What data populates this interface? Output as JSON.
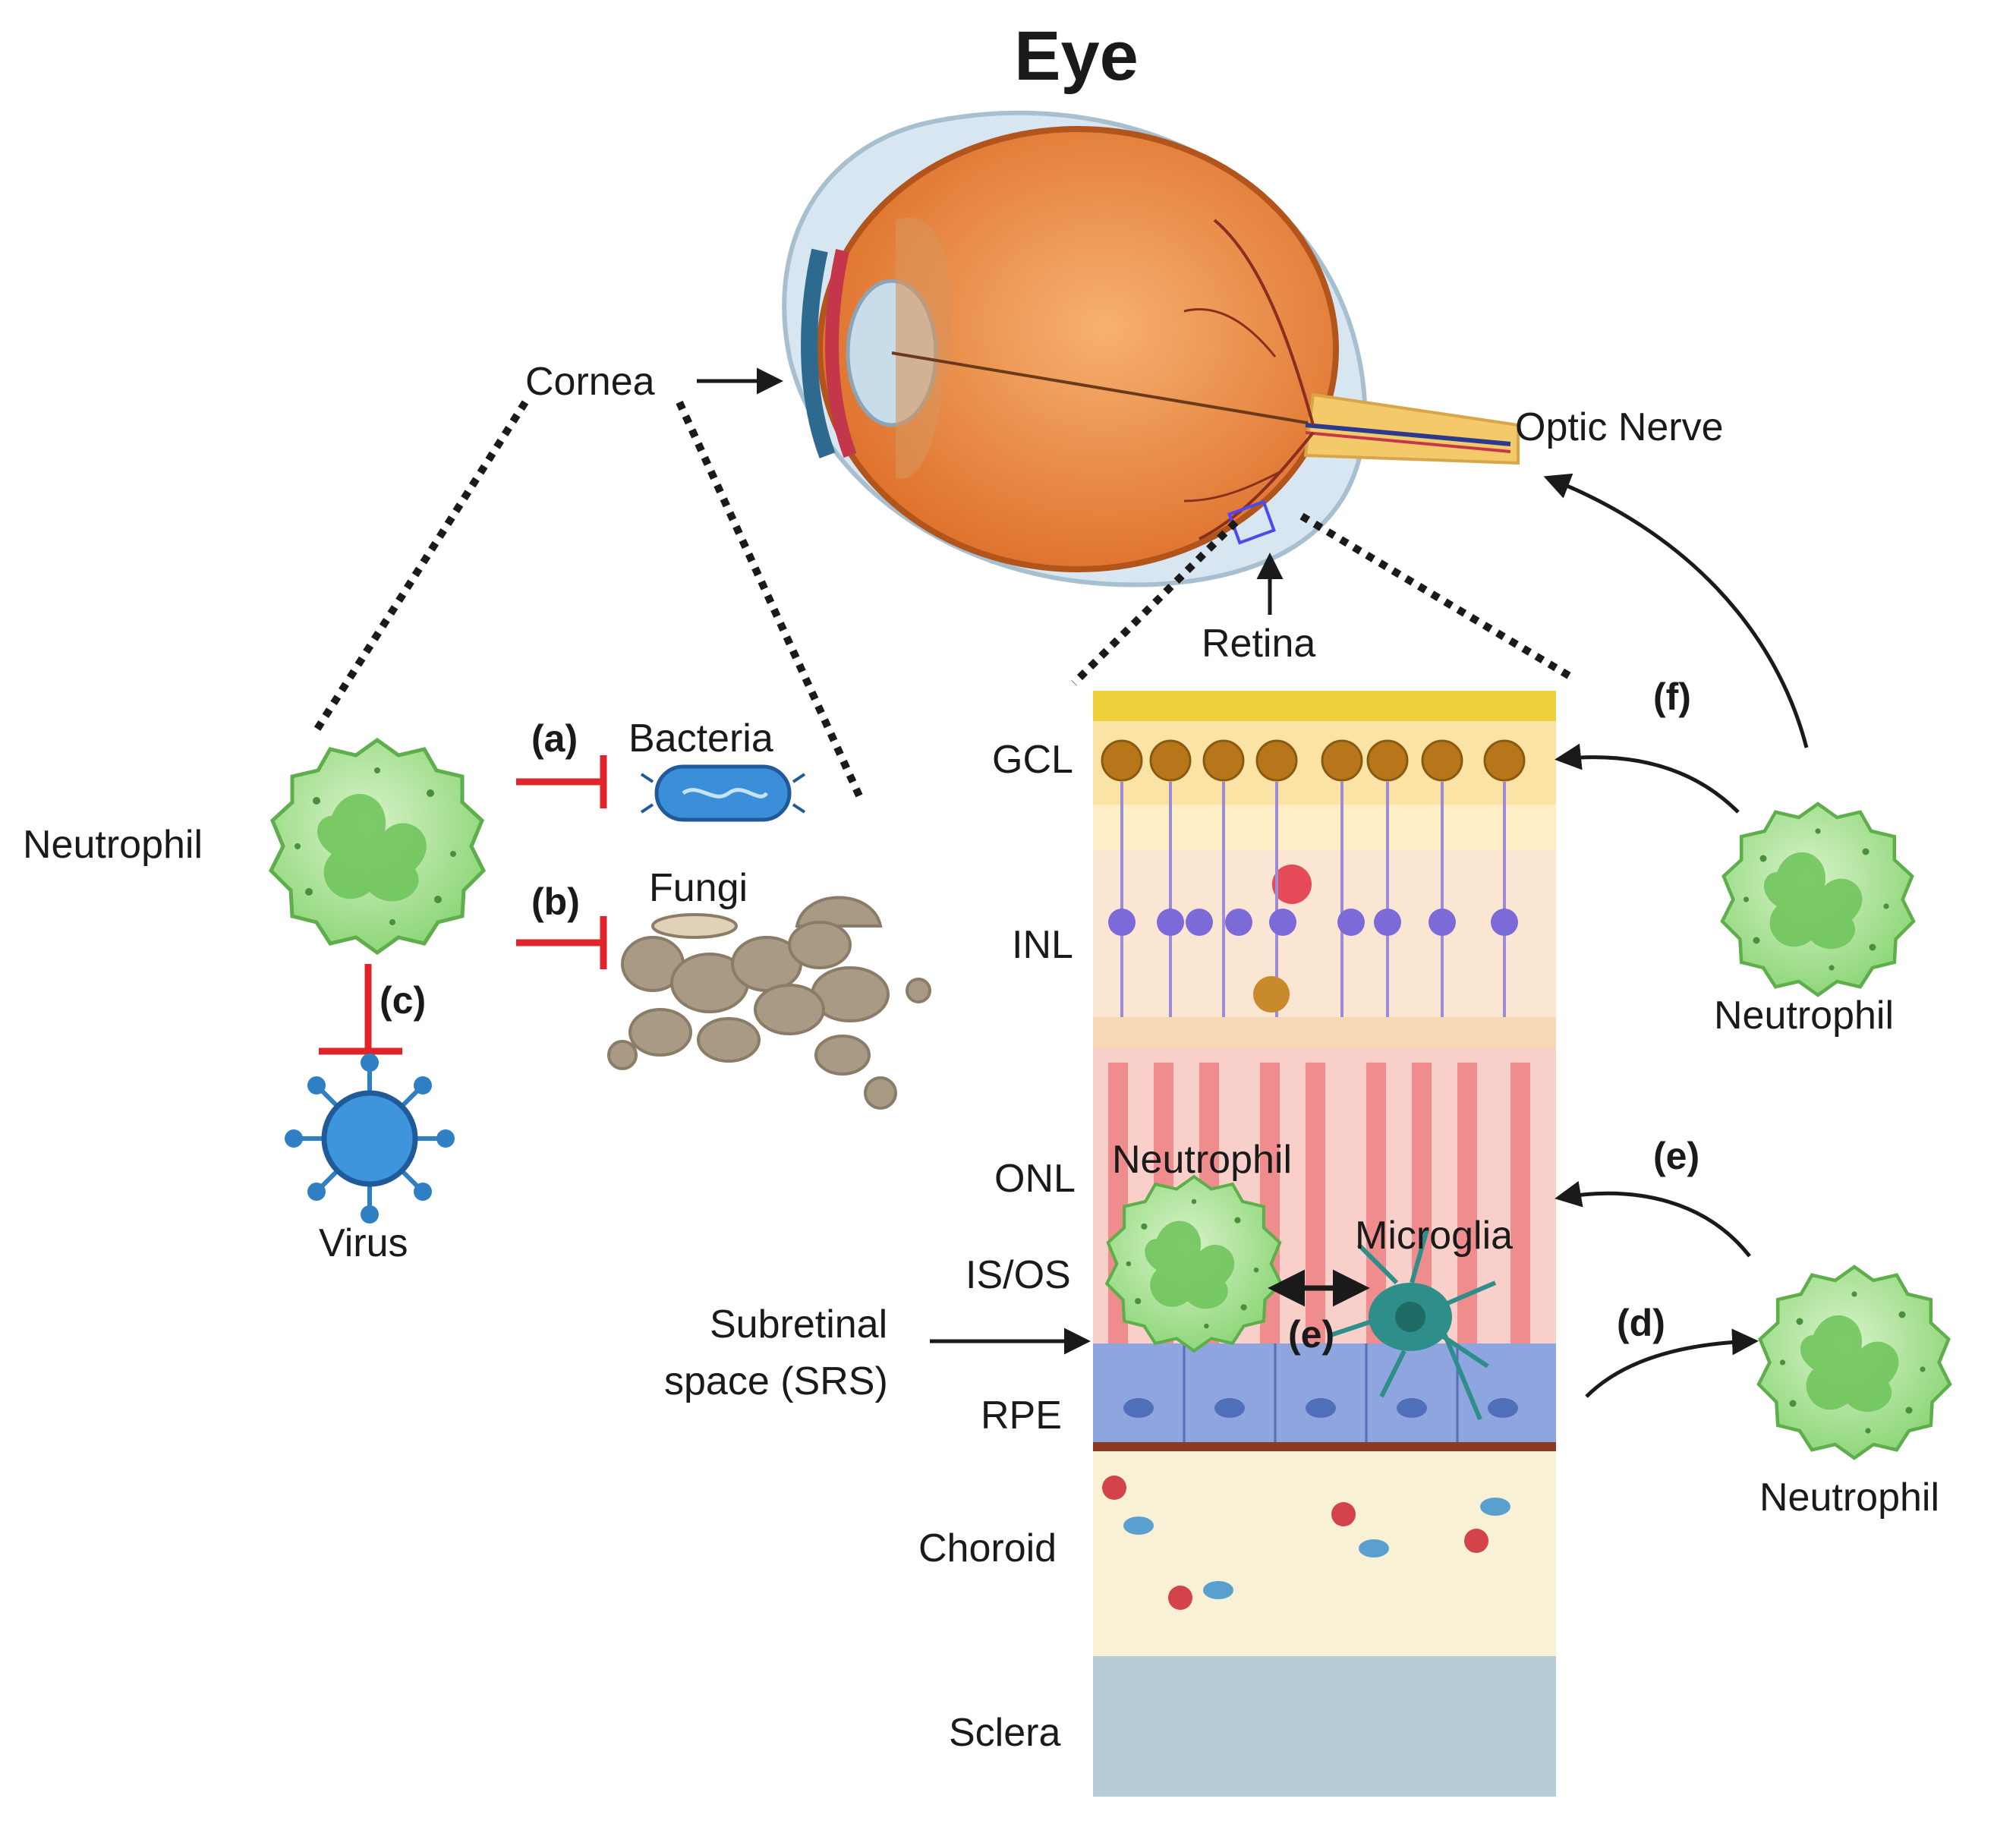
{
  "title": "Eye",
  "eye": {
    "cornea": "Cornea",
    "optic_nerve": "Optic Nerve",
    "retina": "Retina"
  },
  "left_panel": {
    "neutrophil": "Neutrophil",
    "bacteria": "Bacteria",
    "fungi": "Fungi",
    "virus": "Virus",
    "label_a": "(a)",
    "label_b": "(b)",
    "label_c": "(c)"
  },
  "retina_layers": {
    "gcl": "GCL",
    "inl": "INL",
    "onl": "ONL",
    "isos": "IS/OS",
    "srs_line1": "Subretinal",
    "srs_line2": "space (SRS)",
    "rpe": "RPE",
    "choroid": "Choroid",
    "sclera": "Sclera"
  },
  "retina_cells": {
    "neutrophil": "Neutrophil",
    "microglia": "Microglia",
    "label_e": "(e)"
  },
  "right_panel": {
    "neutrophil_top": "Neutrophil",
    "neutrophil_bottom": "Neutrophil",
    "label_f": "(f)",
    "label_e": "(e)",
    "label_d": "(d)"
  },
  "colors": {
    "inhibit": "#e0242c",
    "neutrophil": "#8fd77a",
    "bacteria": "#3a8fd8",
    "fungi": "#a89a84",
    "virus": "#2f7fc4",
    "sclera": "#b8cbd9",
    "choroid": "#f8f1d6",
    "rpe": "#7f98d8",
    "eye_orange": "#e8813a"
  }
}
